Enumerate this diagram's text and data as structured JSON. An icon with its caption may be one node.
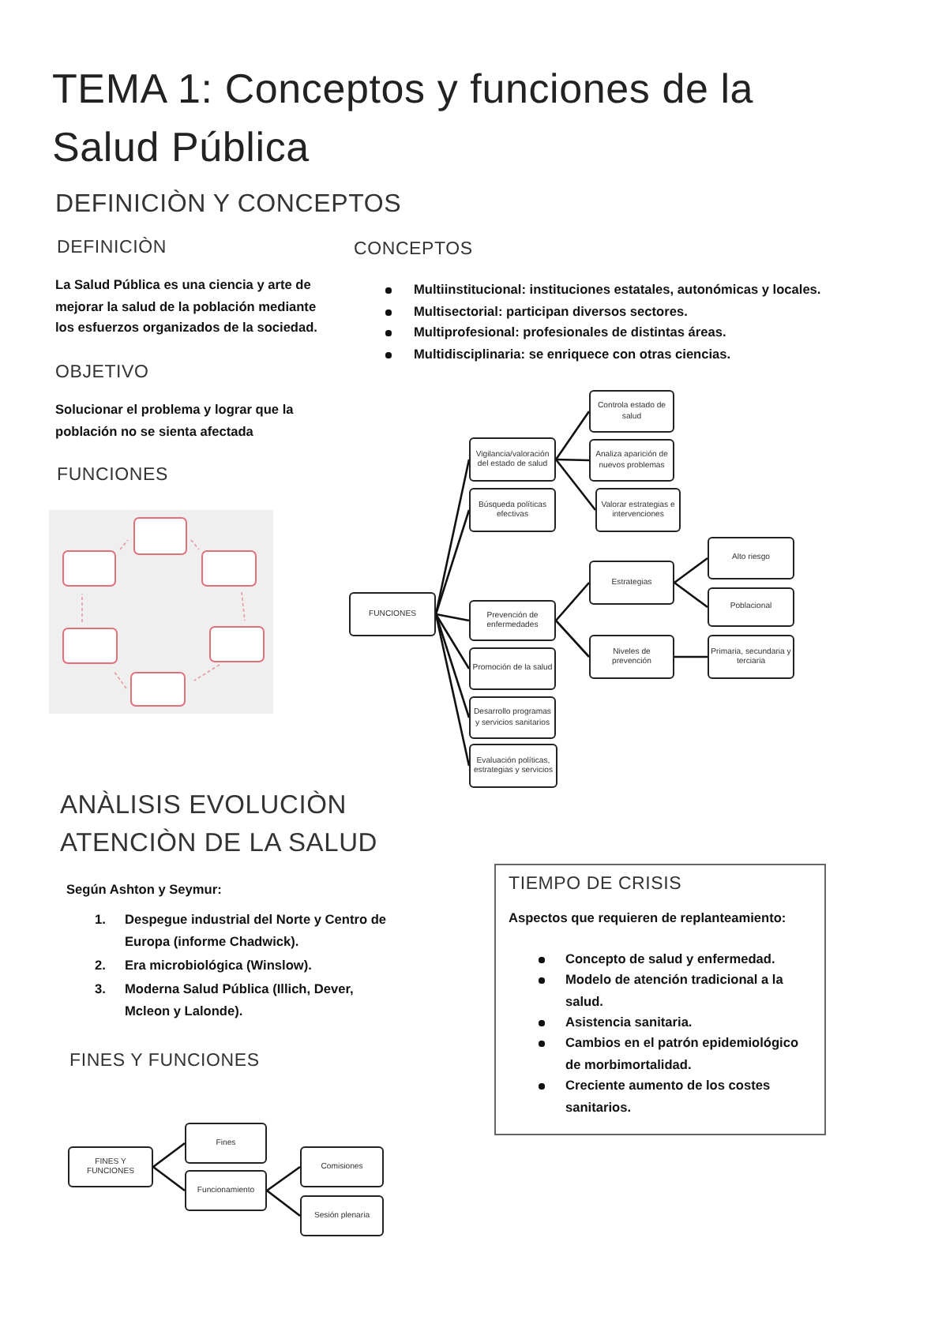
{
  "diagram": {
    "title": "TEMA 1: Conceptos y funciones de la Salud Pública",
    "nodes": [
      {
        "text": [
          "FUNCIONES"
        ]
      },
      {
        "text": [
          "Vigilancia/valoración del estado de salud"
        ]
      },
      {
        "text": [
          "Controla estado de salud"
        ]
      },
      {
        "text": [
          "Analiza aparición de nuevos problemas"
        ]
      },
      {
        "text": [
          "Valorar estrategias e intervenciones"
        ]
      },
      {
        "text": [
          "Búsqueda políticas efectivas"
        ]
      },
      {
        "text": [
          "Prevención de enfermedades"
        ]
      },
      {
        "text": [
          "Estrategias"
        ]
      },
      {
        "text": [
          "Alto riesgo"
        ]
      },
      {
        "text": [
          "Poblacional"
        ]
      },
      {
        "text": [
          "Niveles de prevención"
        ]
      },
      {
        "text": [
          "Primaria, secundaria y terciaria"
        ]
      },
      {
        "text": [
          "Promoción de la salud"
        ]
      },
      {
        "text": [
          "Desarrollo programas y servicios sanitarios"
        ]
      },
      {
        "text": [
          "Evaluación políticas, estrategias y servicios"
        ]
      },
      {
        "text": [
          "TIEMPO DE CRISIS",
          "Aspectos que requieren de replanteamiento:",
          "Concepto de salud y enfermedad.",
          "Modelo de atención tradicional a la salud.",
          "Asistencia sanitaria.",
          "Cambios en el patrón epidemiológico de morbimortalidad.",
          "Creciente aumento de los costes sanitarios."
        ]
      },
      {
        "text": [
          "FINES Y FUNCIONES"
        ]
      },
      {
        "text": [
          "Fines"
        ]
      },
      {
        "text": [
          "Funcionamiento"
        ]
      },
      {
        "text": [
          "Comisiones"
        ]
      },
      {
        "text": [
          "Sesión plenaria"
        ]
      }
    ],
    "edges": [
      {
        "from": 0,
        "to": 1,
        "arrow": "none"
      },
      {
        "from": 1,
        "to": 2,
        "arrow": "none"
      },
      {
        "from": 1,
        "to": 3,
        "arrow": "none"
      },
      {
        "from": 1,
        "to": 4,
        "arrow": "none"
      },
      {
        "from": 0,
        "to": 5,
        "arrow": "none"
      },
      {
        "from": 0,
        "to": 6,
        "arrow": "none"
      },
      {
        "from": 6,
        "to": 7,
        "arrow": "none"
      },
      {
        "from": 7,
        "to": 8,
        "arrow": "none"
      },
      {
        "from": 7,
        "to": 9,
        "arrow": "none"
      },
      {
        "from": 6,
        "to": 10,
        "arrow": "none"
      },
      {
        "from": 10,
        "to": 11,
        "arrow": "none"
      },
      {
        "from": 0,
        "to": 12,
        "arrow": "none"
      },
      {
        "from": 0,
        "to": 13,
        "arrow": "none"
      },
      {
        "from": 0,
        "to": 14,
        "arrow": "none"
      },
      {
        "from": 16,
        "to": 17,
        "arrow": "none"
      },
      {
        "from": 16,
        "to": 18,
        "arrow": "none"
      },
      {
        "from": 18,
        "to": 19,
        "arrow": "none"
      },
      {
        "from": 18,
        "to": 20,
        "arrow": "none"
      }
    ],
    "labels": [
      "DEFINICIÒN Y CONCEPTOS",
      "DEFINICIÒN",
      "La Salud Pública es una ciencia y arte de mejorar la salud de la población mediante los esfuerzos organizados de la sociedad.",
      "CONCEPTOS",
      "Multiinstitucional: instituciones estatales, autonómicas y locales.",
      "Multisectorial: participan diversos sectores.",
      "Multiprofesional: profesionales de distintas áreas.",
      "Multidisciplinaria: se enriquece con otras ciencias.",
      "OBJETIVO",
      "Solucionar el problema y lograr que la población no se sienta afectada",
      "FUNCIONES",
      "ANÀLISIS EVOLUCIÒN ATENCIÒN DE LA SALUD",
      "Según Ashton y Seymur:",
      "1.",
      "Despegue industrial del Norte y Centro de Europa (informe Chadwick).",
      "2.",
      "**Era microbiológica** (Winslow).",
      "3.",
      "Moderna Salud Pública (Illich, Dever, Mcleon y Lalonde).",
      "FINES Y FUNCIONES"
    ]
  }
}
